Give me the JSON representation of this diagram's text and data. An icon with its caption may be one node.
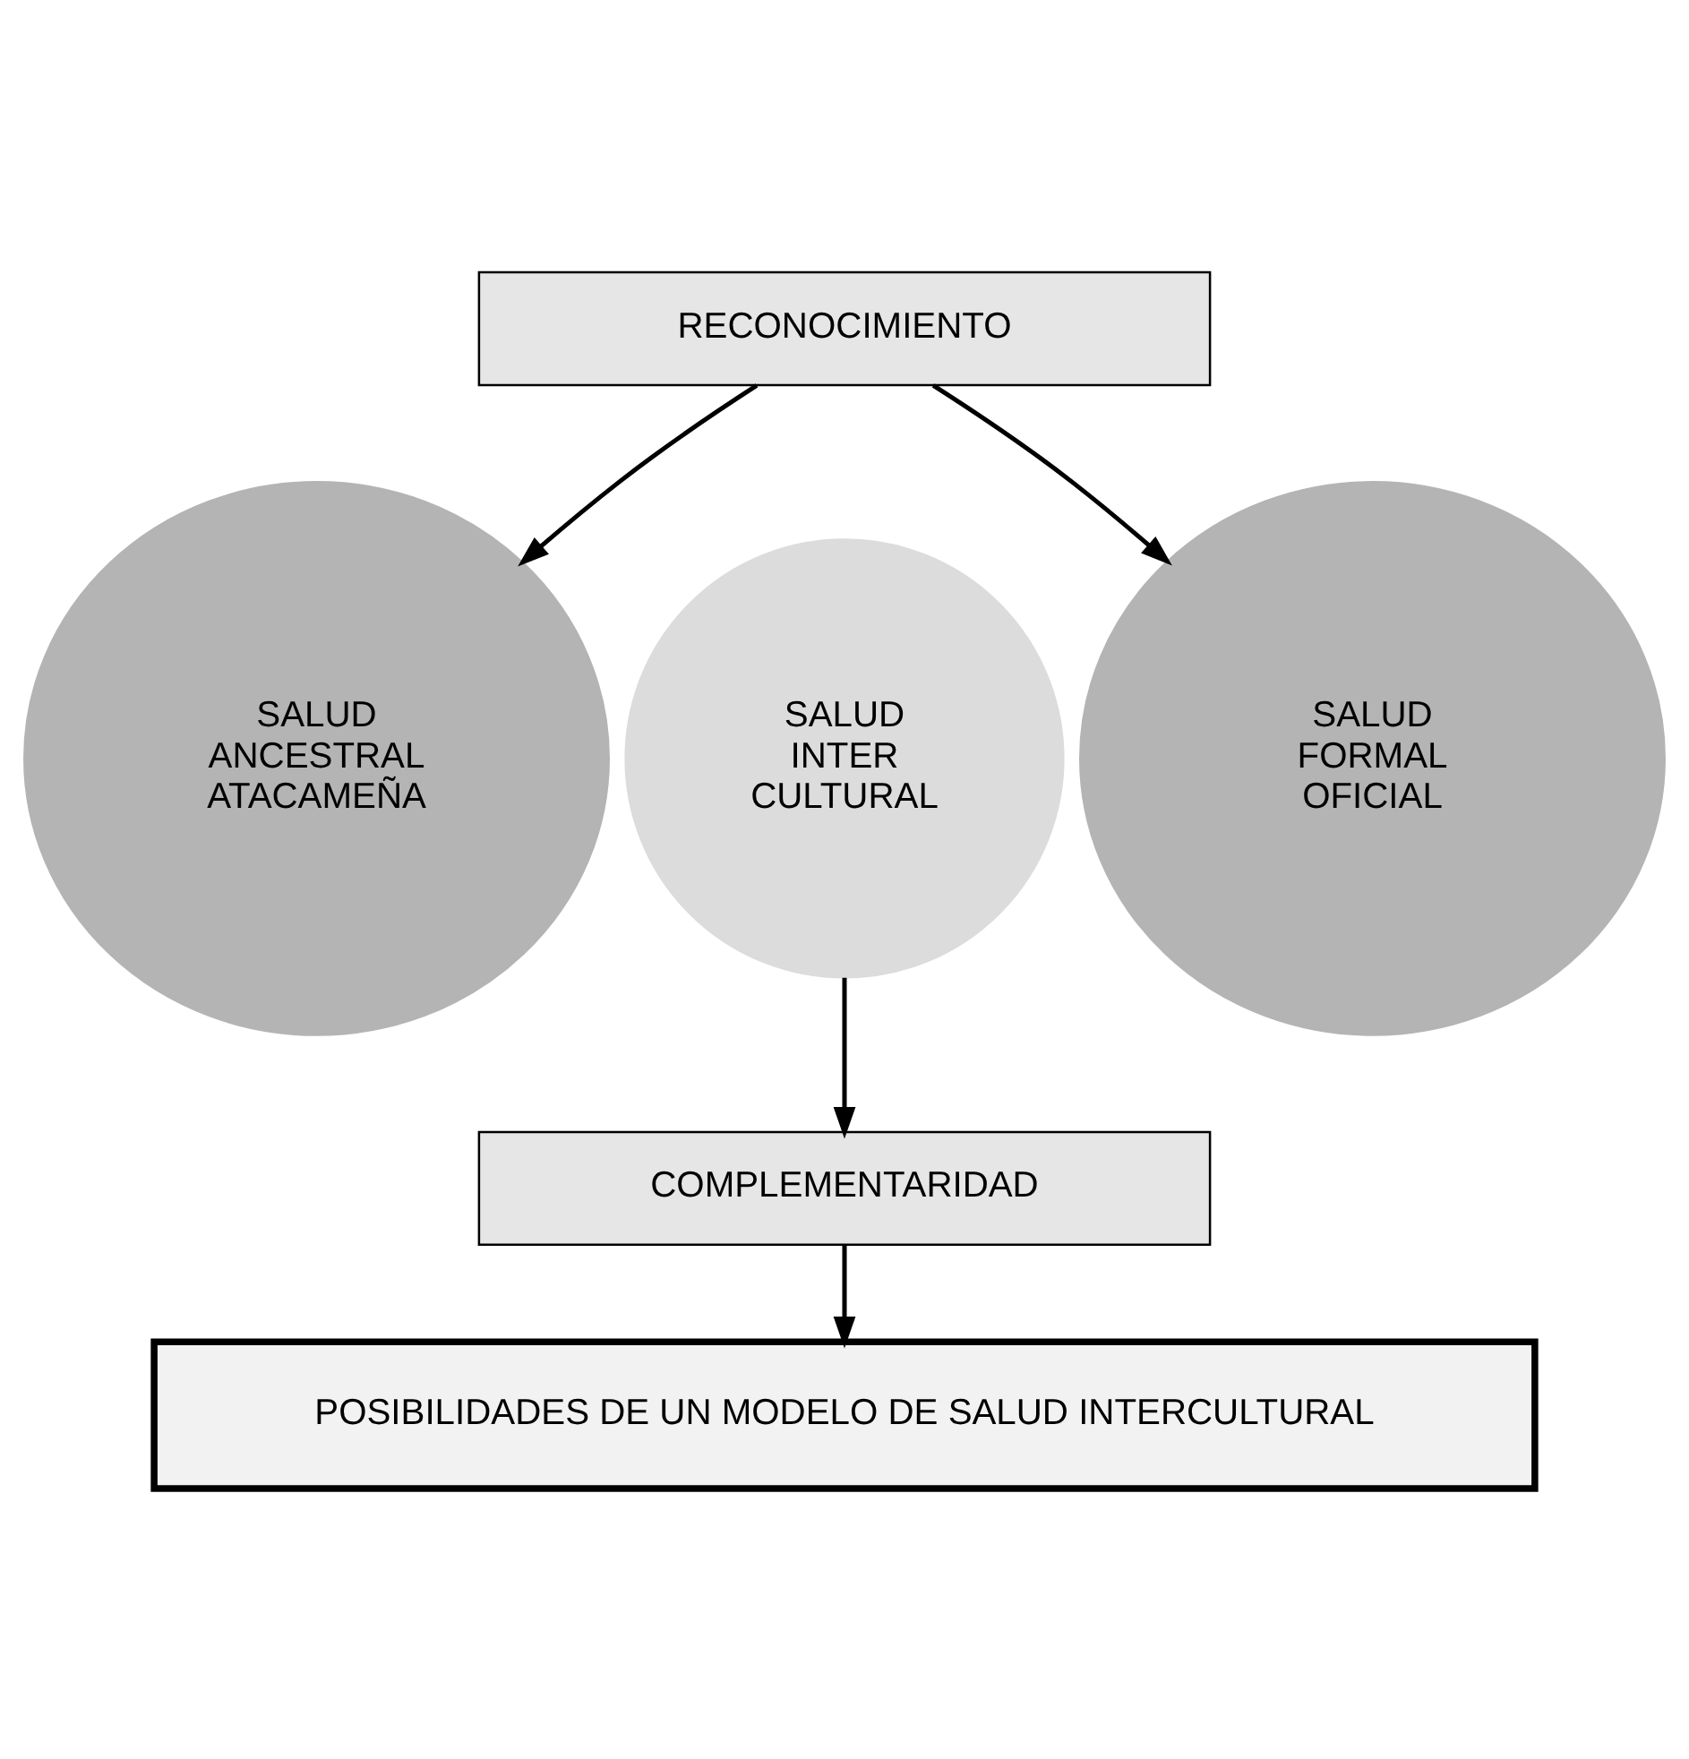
{
  "diagram": {
    "nodes": [
      {
        "text": [
          "RECONOCIMIENTO"
        ]
      },
      {
        "text": [
          "SALUD ANCESTRAL ATACAMEÑA"
        ]
      },
      {
        "text": [
          "SALUD INTER CULTURAL"
        ]
      },
      {
        "text": [
          "SALUD FORMAL OFICIAL"
        ]
      },
      {
        "text": [
          "COMPLEMENTARIDAD"
        ]
      },
      {
        "text": [
          "POSIBILIDADES DE UN MODELO DE SALUD INTERCULTURAL"
        ]
      }
    ],
    "edges": [
      {
        "from": 0,
        "to": 1,
        "arrow": "to"
      },
      {
        "from": 0,
        "to": 3,
        "arrow": "to"
      },
      {
        "from": 2,
        "to": 4,
        "arrow": "to"
      },
      {
        "from": 4,
        "to": 5,
        "arrow": "to"
      }
    ]
  }
}
